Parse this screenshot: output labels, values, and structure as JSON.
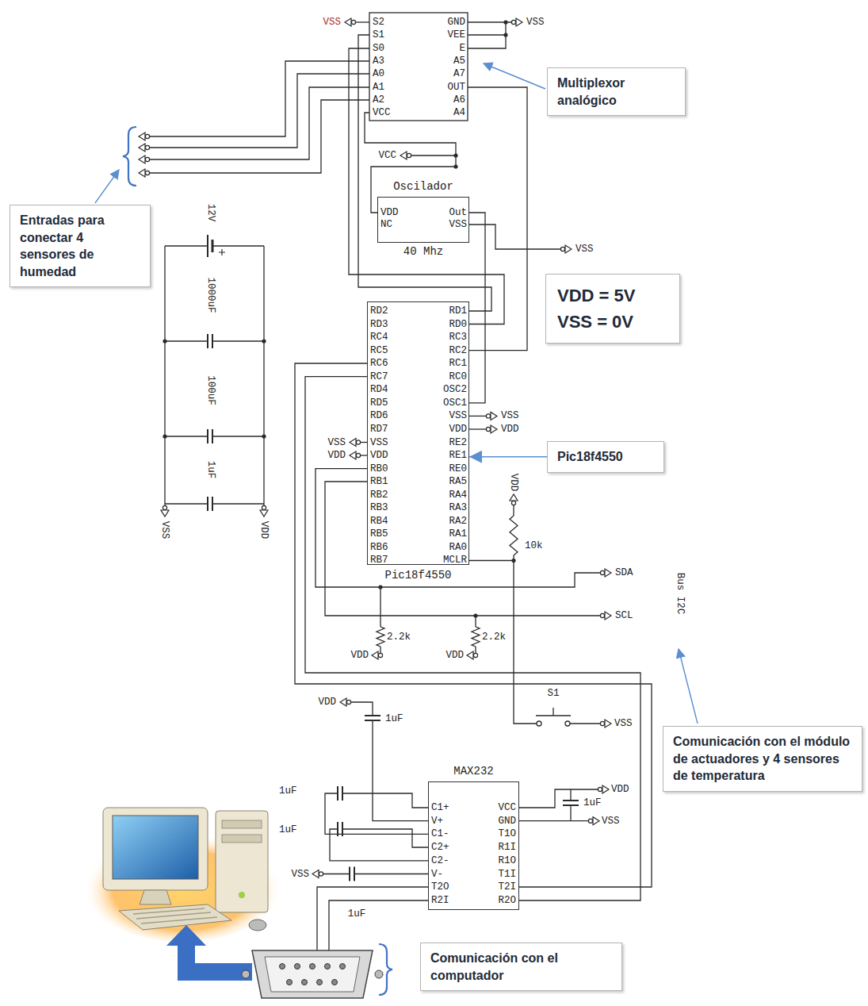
{
  "diagram": {
    "nodes": [
      {
        "text": [
          "Multiplexor analógico"
        ]
      },
      {
        "text": [
          "Oscilador",
          "40 Mhz"
        ]
      },
      {
        "text": [
          "Entradas para conectar 4 sensores de humedad"
        ]
      },
      {
        "text": [
          "VDD = 5V",
          "VSS = 0V"
        ]
      },
      {
        "text": [
          "Pic18f4550"
        ]
      },
      {
        "text": [
          "Pic18f4550"
        ]
      },
      {
        "text": [
          "Comunicación con el módulo de actuadores y 4 sensores de temperatura"
        ]
      },
      {
        "text": [
          "MAX232"
        ]
      },
      {
        "text": [
          "Comunicación con el computador"
        ]
      }
    ],
    "edges": [
      {
        "from": 5,
        "to": 4,
        "arrow": "to"
      }
    ],
    "labels": [
      "S2",
      "S1",
      "S0",
      "A3",
      "A0",
      "A1",
      "A2",
      "VCC",
      "GND",
      "VEE",
      "E",
      "A5",
      "A7",
      "OUT",
      "A6",
      "A4",
      "VDD",
      "NC",
      "Out",
      "VSS",
      "RD2",
      "RD3",
      "RC4",
      "RC5",
      "RC6",
      "RC7",
      "RD4",
      "RD5",
      "RD6",
      "RD7",
      "VSS",
      "VDD",
      "RB0",
      "RB1",
      "RB2",
      "RB3",
      "RB4",
      "RB5",
      "RB6",
      "RB7",
      "RD1",
      "RD0",
      "RC3",
      "RC2",
      "RC1",
      "RC0",
      "OSC2",
      "OSC1",
      "VSS",
      "VDD",
      "RE2",
      "RE1",
      "RE0",
      "RA5",
      "RA4",
      "RA3",
      "RA2",
      "RA1",
      "RA0",
      "MCLR",
      "C1+",
      "V+",
      "C1-",
      "C2+",
      "C2-",
      "V-",
      "T2O",
      "R2I",
      "VCC",
      "GND",
      "T1O",
      "R1I",
      "R1O",
      "T1I",
      "T2I",
      "R2O",
      "VSS",
      "VSS",
      "VCC",
      "VSS",
      "12V",
      "1000uF",
      "100uF",
      "1uF",
      "VSS",
      "VDD",
      "VSS",
      "VDD",
      "VSS",
      "VDD",
      "VDD",
      "10k",
      "SDA",
      "SCL",
      "Bus I2C",
      "2.2k",
      "2.2k",
      "VDD",
      "VDD",
      "S1",
      "VSS",
      "VDD",
      "1uF",
      "1uF",
      "1uF",
      "VSS",
      "1uF",
      "VDD",
      "1uF",
      "VSS"
    ]
  }
}
